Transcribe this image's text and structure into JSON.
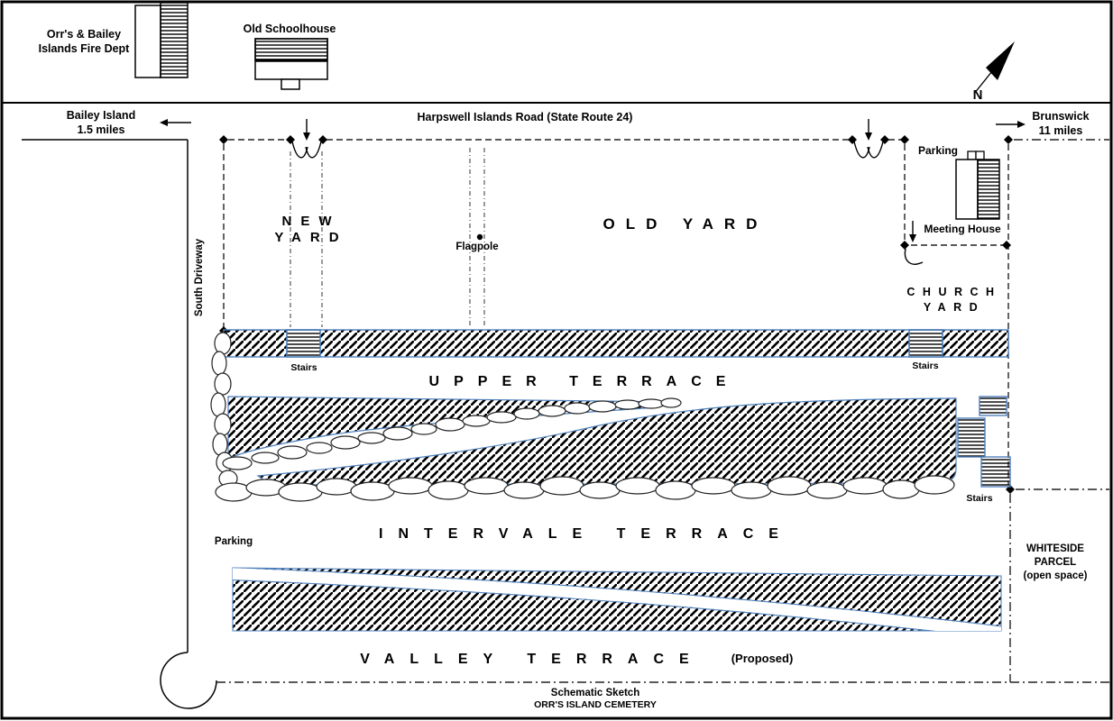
{
  "title": {
    "line1": "Schematic Sketch",
    "line2": "ORR'S ISLAND CEMETERY"
  },
  "road": {
    "name": "Harpswell Islands Road (State Route 24)",
    "west": {
      "dest": "Bailey Island",
      "dist": "1.5 miles"
    },
    "east": {
      "dest": "Brunswick",
      "dist": "11 miles"
    }
  },
  "compass": {
    "label": "N"
  },
  "buildings": {
    "fire_dept": {
      "line1": "Orr's & Bailey",
      "line2": "Islands Fire Dept"
    },
    "schoolhouse": "Old Schoolhouse",
    "meeting_house": "Meeting House"
  },
  "areas": {
    "new_yard": {
      "line1": "NEW",
      "line2": "YARD"
    },
    "old_yard": "OLD YARD",
    "church_yard": {
      "line1": "CHURCH",
      "line2": "YARD"
    },
    "upper_terrace": "UPPER TERRACE",
    "intervale_terrace": "INTERVALE TERRACE",
    "valley_terrace": {
      "name": "VALLEY TERRACE",
      "status": "(Proposed)"
    },
    "whiteside": {
      "line1": "WHITESIDE",
      "line2": "PARCEL",
      "line3": "(open space)"
    }
  },
  "features": {
    "flagpole": "Flagpole",
    "stairs": "Stairs",
    "parking_north": "Parking",
    "parking_south": "Parking",
    "south_driveway": "South Driveway"
  },
  "colors": {
    "terrace_outline": "#4f81bd",
    "ink": "#000000",
    "boundary": "#333333"
  }
}
